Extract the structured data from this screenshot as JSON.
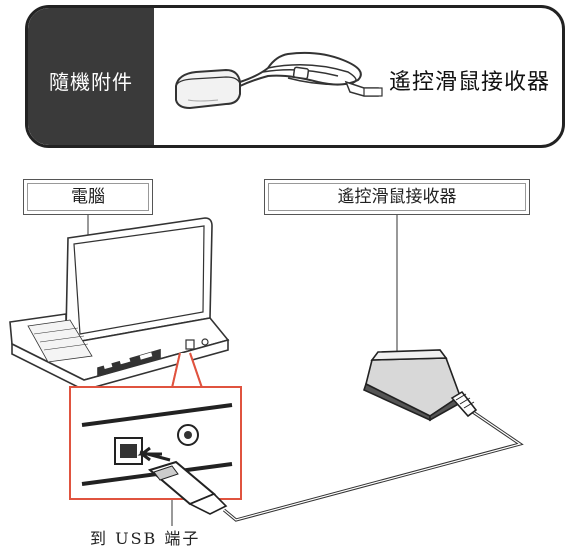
{
  "accessory": {
    "section_label": "隨機附件",
    "item_label": "遙控滑鼠接收器"
  },
  "diagram": {
    "computer_label": "電腦",
    "receiver_label": "遙控滑鼠接收器",
    "usb_port_label": "到 USB 端子"
  }
}
